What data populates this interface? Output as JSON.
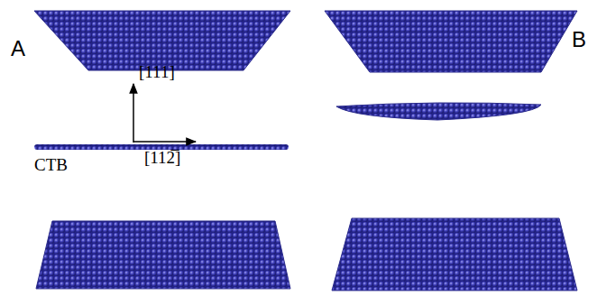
{
  "diagram": {
    "labels": [
      "A",
      "B",
      "[111]",
      "[112̅]",
      "CTB"
    ]
  }
}
